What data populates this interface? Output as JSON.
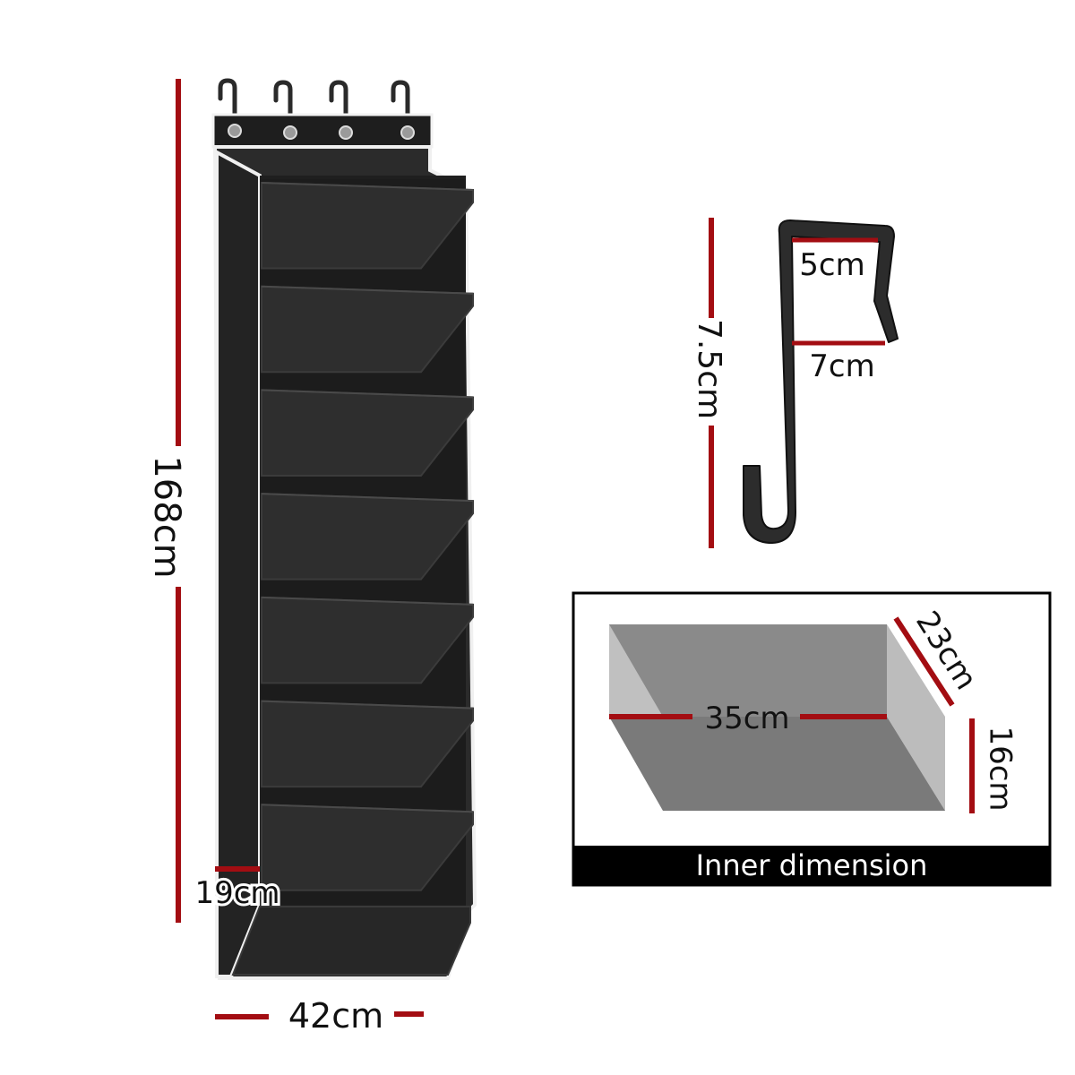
{
  "organizer": {
    "height_label": "168cm",
    "width_label": "42cm",
    "depth_label": "19cm",
    "pocket_count": 7,
    "hook_count": 4
  },
  "hook": {
    "height_label": "7.5cm",
    "inner_width_label": "5cm",
    "bottom_width_label": "7cm"
  },
  "inner": {
    "width_label": "35cm",
    "depth_label": "23cm",
    "height_label": "16cm",
    "caption": "Inner dimension"
  },
  "colors": {
    "dimension_line": "#a30d12",
    "fabric": "#2b2b2b",
    "fabric_dark": "#1c1c1c",
    "trim": "#f2f2f2",
    "box_face": "#7a7a7a",
    "box_light": "#bdbdbd",
    "caption_bg": "#000000"
  }
}
